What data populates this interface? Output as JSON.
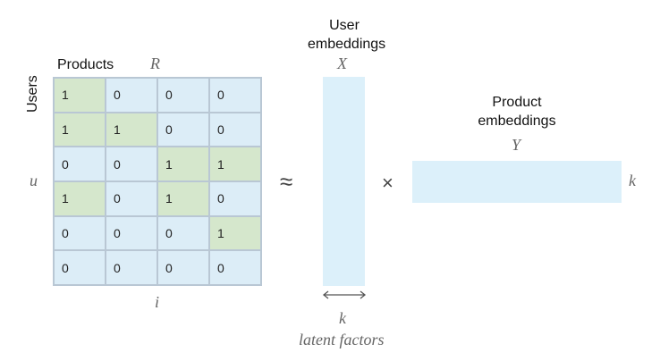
{
  "matrix": {
    "row_axis_label": "Users",
    "column_axis_label": "Products",
    "name": "R",
    "row_index": "u",
    "column_index": "i",
    "rows": [
      [
        1,
        0,
        0,
        0
      ],
      [
        1,
        1,
        0,
        0
      ],
      [
        0,
        0,
        1,
        1
      ],
      [
        1,
        0,
        1,
        0
      ],
      [
        0,
        0,
        0,
        1
      ],
      [
        0,
        0,
        0,
        0
      ]
    ],
    "colors": {
      "zero_cell": "#dcedf7",
      "one_cell": "#d5e7cc",
      "grid_line": "#b9c7d4"
    }
  },
  "approx_symbol": "≈",
  "times_symbol": "×",
  "user_embeddings": {
    "title_line1": "User",
    "title_line2": "embeddings",
    "name": "X",
    "width_label": "k",
    "width_caption": "latent factors",
    "color": "#dcf0fa"
  },
  "product_embeddings": {
    "title_line1": "Product",
    "title_line2": "embeddings",
    "name": "Y",
    "height_label": "k",
    "color": "#dcf0fa"
  }
}
